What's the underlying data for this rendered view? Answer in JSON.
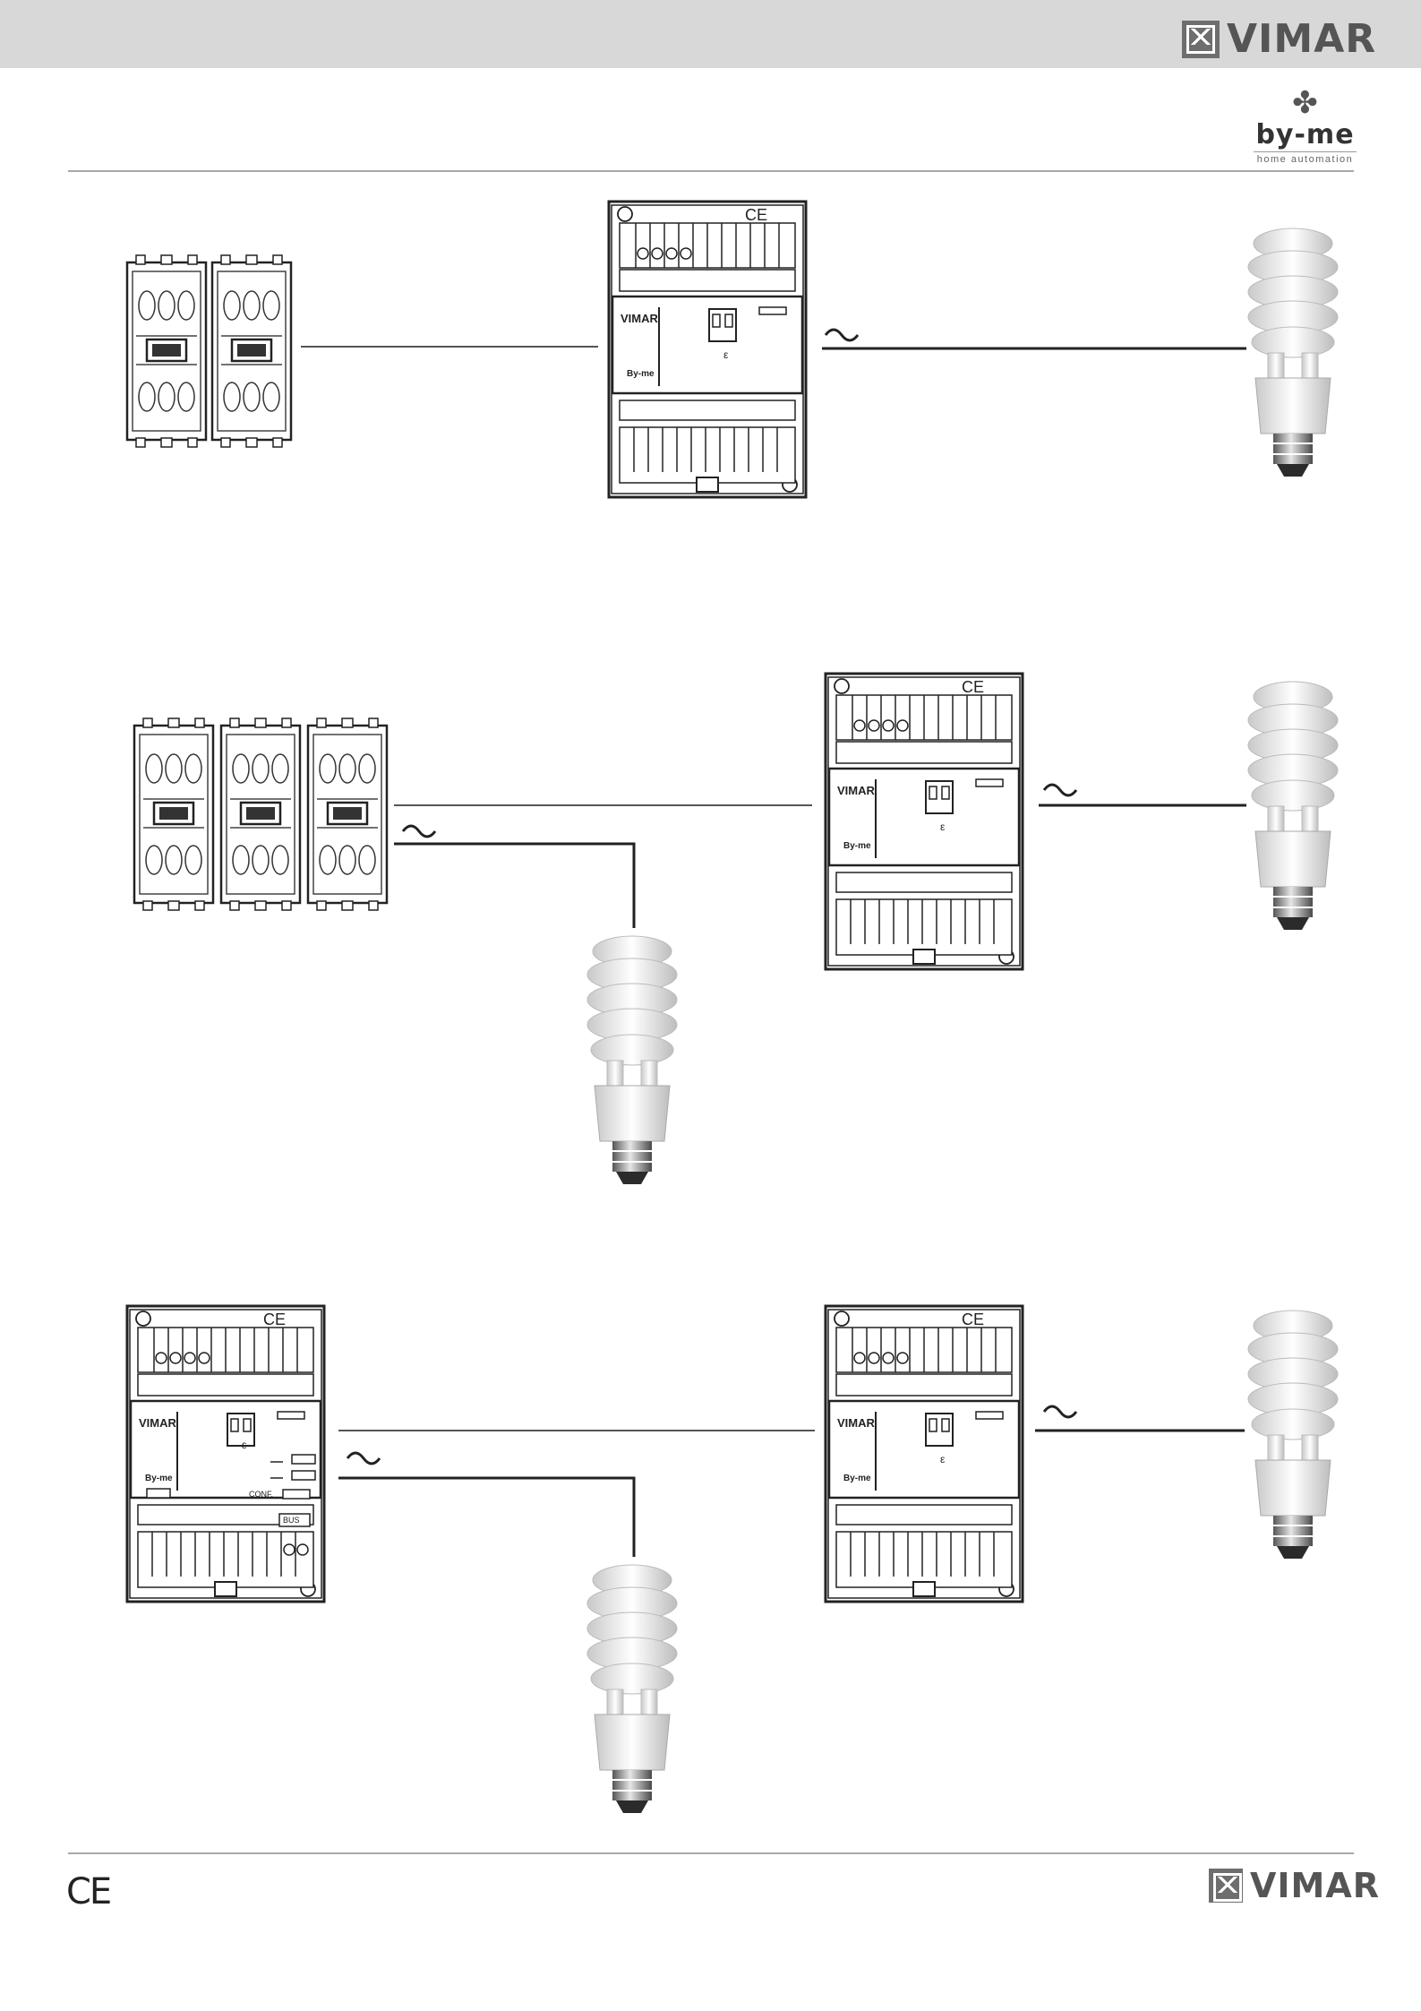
{
  "header": {
    "brand": "VIMAR"
  },
  "product_logo": {
    "name": "by-me",
    "tagline": "home automation"
  },
  "footer": {
    "ce_mark": "CE",
    "brand": "VIMAR"
  },
  "device_labels": {
    "brand": "VIMAR",
    "series": "By-me",
    "ce": "CE",
    "channel": "ε",
    "bus": "BUS",
    "conf": "CONF."
  },
  "symbols": {
    "ac_supply": "~"
  },
  "colors": {
    "topbar": "#d8d8d8",
    "line": "#555555",
    "device_stroke": "#222222"
  },
  "icons": [
    "push-button-module-icon",
    "din-rail-actuator-icon",
    "cfl-lamp-icon",
    "ac-supply-icon"
  ]
}
